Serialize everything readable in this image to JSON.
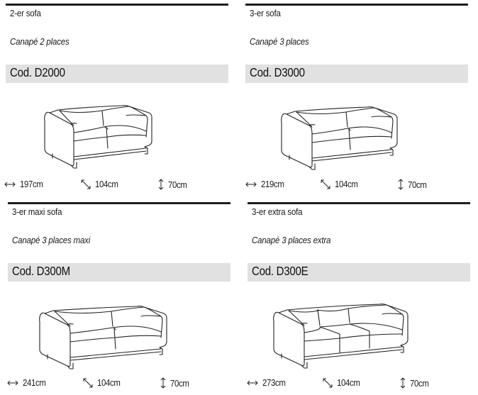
{
  "document": {
    "products": [
      {
        "title": "2-er sofa",
        "subtitle": "Canapé 2 places",
        "code": "Cod. D2000",
        "seats": 2,
        "width": "197cm",
        "depth": "104cm",
        "height": "70cm"
      },
      {
        "title": "3-er sofa",
        "subtitle": "Canapé 3 places",
        "code": "Cod. D3000",
        "seats": 2,
        "width": "219cm",
        "depth": "104cm",
        "height": "70cm"
      },
      {
        "title": "3-er maxi sofa",
        "subtitle": "Canapé 3 places maxi",
        "code": "Cod. D300M",
        "seats": 2,
        "width": "241cm",
        "depth": "104cm",
        "height": "70cm"
      },
      {
        "title": "3-er extra sofa",
        "subtitle": "Canapé 3 places extra",
        "code": "Cod. D300E",
        "seats": 3,
        "width": "273cm",
        "depth": "104cm",
        "height": "70cm"
      }
    ],
    "icons": {
      "width": "horizontal-double-arrow-icon",
      "depth": "diagonal-arrow-icon",
      "height": "vertical-double-arrow-icon"
    },
    "colors": {
      "rule": "#1e1e1e",
      "code_band": "#e1e1e1",
      "text": "#1a1a1a"
    }
  }
}
